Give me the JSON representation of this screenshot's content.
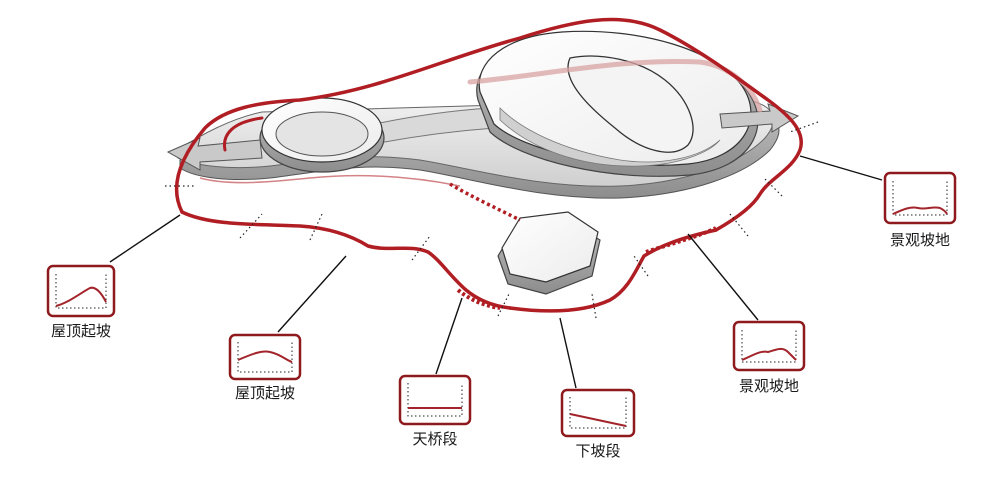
{
  "route": {
    "color": "#b01e24",
    "segments": [
      "屋顶起坡",
      "屋顶起坡",
      "天桥段",
      "下坡段",
      "景观坡地",
      "景观坡地"
    ]
  },
  "callouts": [
    {
      "id": "roof-ramp-left",
      "label": "屋顶起坡"
    },
    {
      "id": "roof-ramp-mid",
      "label": "屋顶起坡"
    },
    {
      "id": "skybridge",
      "label": "天桥段"
    },
    {
      "id": "downslope",
      "label": "下坡段"
    },
    {
      "id": "landscape-slope-lower",
      "label": "景观坡地"
    },
    {
      "id": "landscape-slope-right",
      "label": "景观坡地"
    }
  ]
}
